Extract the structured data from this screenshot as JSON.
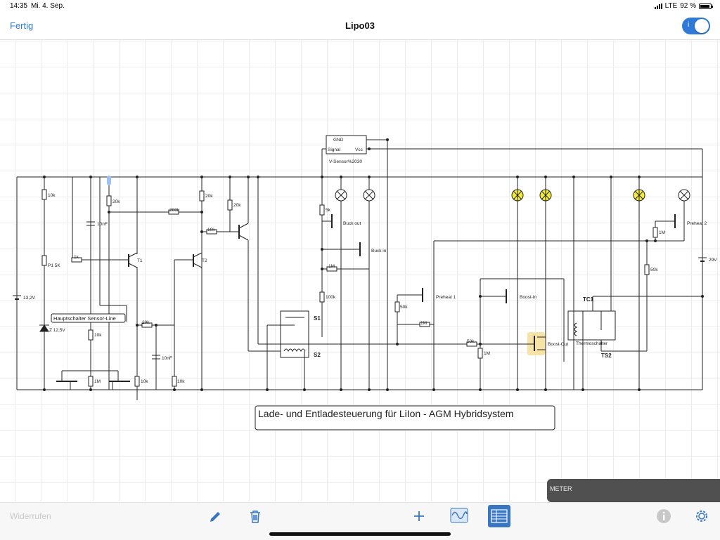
{
  "status_bar": {
    "time": "14:35",
    "date": "Mi. 4. Sep.",
    "network": "LTE",
    "battery": "92 %",
    "battery_level": 0.92
  },
  "nav": {
    "done_label": "Fertig",
    "title": "Lipo03",
    "toggle_label": "i"
  },
  "schematic": {
    "sensor_pins": {
      "gnd": "GND",
      "signal": "Signal",
      "vcc": "Vcc"
    },
    "sensor_label": "V-Sensor%2030",
    "labels": {
      "r_10k_left": "10k",
      "r_20k_t1": "20k",
      "cap_10nf": "10nF",
      "r_200k": "200k",
      "r_20k_t2": "20k",
      "r_20k_right": "20k",
      "r_10k_mid": "10k",
      "pot": "P1 5K",
      "r_1k": "1k",
      "t1": "T1",
      "t2": "T2",
      "battery_left": "13,2V",
      "main_switch": "Hauptschalter Sensor-Line",
      "zener": "Z 12,5V",
      "r_10k_low": "10k",
      "r_1m_low": "1M",
      "r_20k_low": "20k",
      "cap_10nf_low": "10nF",
      "r_10k_a": "10k",
      "r_10k_b": "10k",
      "r_5k": "5k",
      "buck_out": "Buck out",
      "buck_in": "Buck in",
      "r_1m_buck": "1M",
      "r_100k": "100k",
      "s1": "S1",
      "s2": "S2",
      "r_50k_pre": "50k",
      "preheat1": "Preheat 1",
      "r_1m_pre": "1M",
      "boost_in": "Boost-In",
      "r_50k_boost": "50k",
      "r_1m_boost": "1M",
      "boost_out": "Boost-Out",
      "tc1": "TC1",
      "thermo": "Thermoschalter",
      "ts2": "TS2",
      "preheat2": "Preheat 2",
      "r_1m_right": "1M",
      "r_50k_right": "50k",
      "battery_right": "29V"
    },
    "title": "Lade- und Entladesteuerung für LiIon - AGM Hybridsystem"
  },
  "meter": {
    "label": "METER"
  },
  "toolbar": {
    "undo_label": "Widerrufen",
    "icons": [
      "pencil-icon",
      "trash-icon",
      "plus-icon",
      "wave-icon",
      "list-icon",
      "info-icon",
      "gear-icon"
    ]
  },
  "colors": {
    "accent": "#2f7ad6",
    "lamp_yellow": "#f4ec3a",
    "highlight": "#f7e3a5",
    "toolbar_icon": "#3a77c2"
  }
}
